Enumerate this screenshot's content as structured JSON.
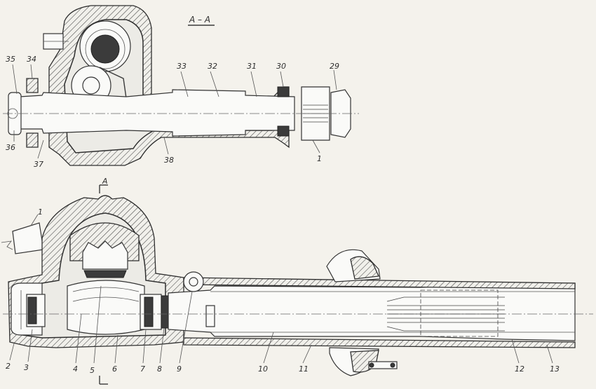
{
  "section_title": "А – А",
  "section_marker": "А",
  "callouts_top": [
    "35",
    "34",
    "33",
    "32",
    "31",
    "30",
    "29",
    "36",
    "37",
    "38",
    "1"
  ],
  "callouts_bottom": [
    "1",
    "2",
    "3",
    "4",
    "5",
    "6",
    "7",
    "8",
    "9",
    "10",
    "11",
    "12",
    "13"
  ],
  "colors": {
    "paper": "#f4f2ec",
    "ink": "#2f2f2f",
    "section_fill": "#ecebe6"
  }
}
